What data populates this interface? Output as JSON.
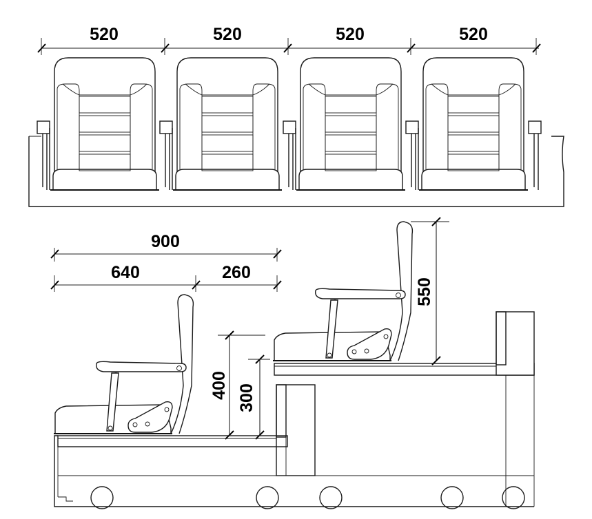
{
  "front_view": {
    "seat_widths": [
      "520",
      "520",
      "520",
      "520"
    ]
  },
  "side_view": {
    "depth_total": "900",
    "depth_seat": "640",
    "depth_gap": "260",
    "height_step": "400",
    "height_seat_base": "300",
    "height_back": "550"
  }
}
